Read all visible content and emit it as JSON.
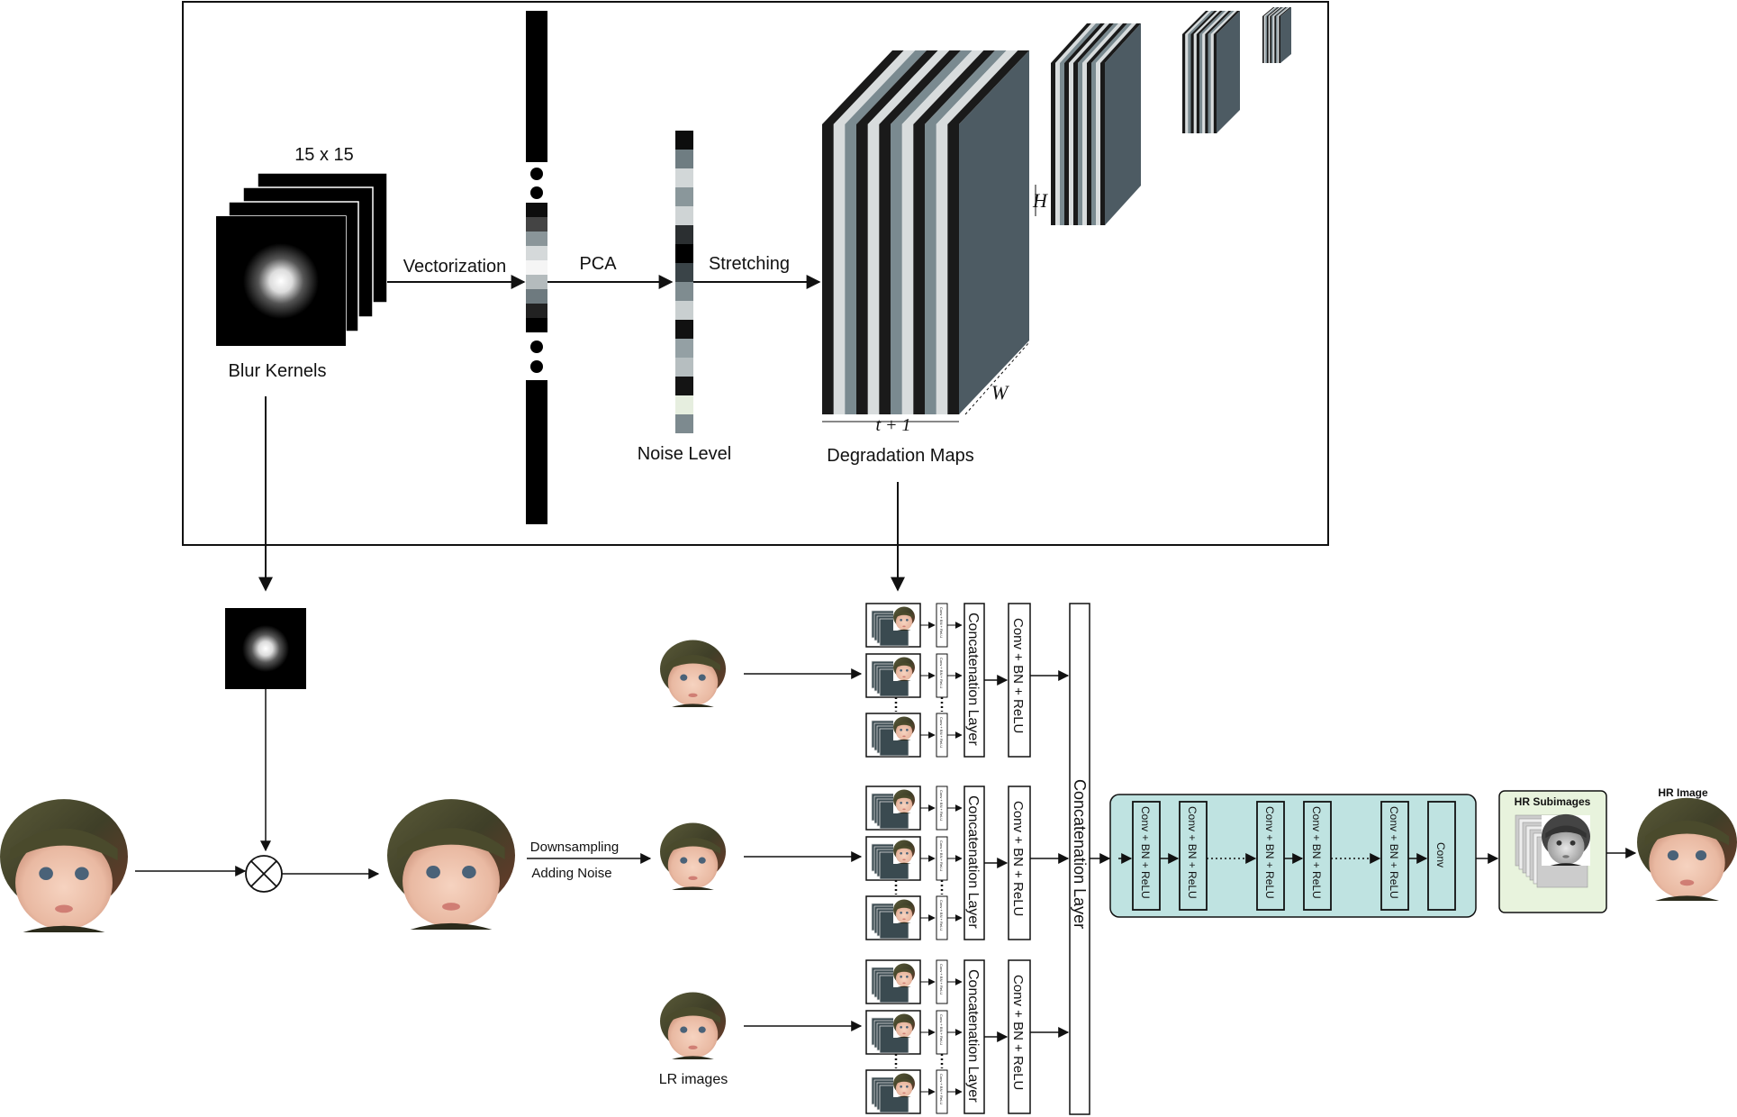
{
  "labels": {
    "kernel_size": "15 x 15",
    "blur_kernels": "Blur Kernels",
    "vectorization": "Vectorization",
    "pca": "PCA",
    "stretching": "Stretching",
    "noise_level": "Noise Level",
    "degradation_maps": "Degradation Maps",
    "map_height": "H",
    "map_width": "W",
    "map_depth": "t + 1",
    "downsampling": "Downsampling",
    "adding_noise": "Adding Noise",
    "lr_images": "LR images",
    "concat_layer": "Concatenation Layer",
    "conv_bn_relu": "Conv + BN + ReLU",
    "conv": "Conv",
    "mini_block": "Conv + BN + ReLU",
    "hr_subimages": "HR Subimages",
    "hr_image": "HR Image"
  },
  "colors": {
    "stroke": "#111111",
    "cnn_fill": "#bfe3e1",
    "hr_sub_fill": "#e8f3dd",
    "map_side": "#4d5b63",
    "map_dark": "#1a1a1a",
    "map_gray": "#7a8a90",
    "map_light": "#d8dcdd"
  },
  "icons": [
    "convolution-operator-icon",
    "arrow-icon"
  ]
}
